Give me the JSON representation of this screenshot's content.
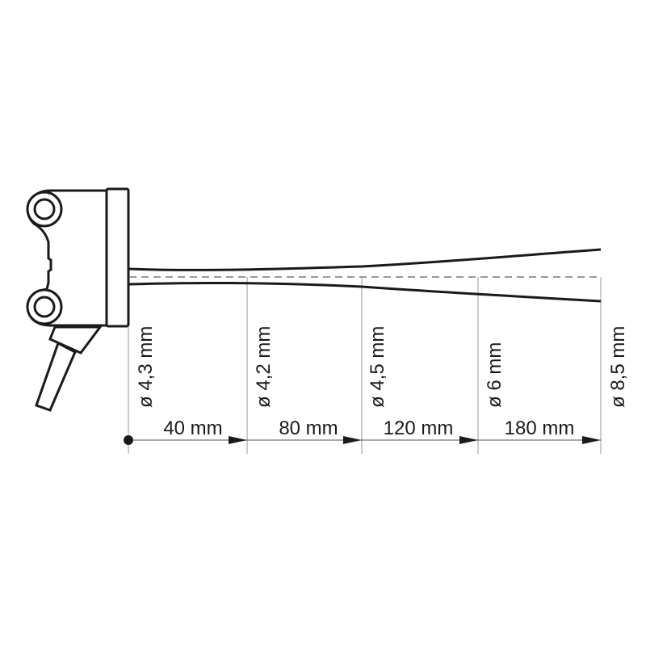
{
  "diagram": {
    "spot_diameters": [
      "ø 4,3 mm",
      "ø 4,2 mm",
      "ø 4,5 mm",
      "ø 6 mm",
      "ø 8,5 mm"
    ],
    "distances": [
      "40 mm",
      "80 mm",
      "120 mm",
      "180 mm"
    ],
    "line_color": "#1a1a1a",
    "guide_color": "#999999"
  }
}
